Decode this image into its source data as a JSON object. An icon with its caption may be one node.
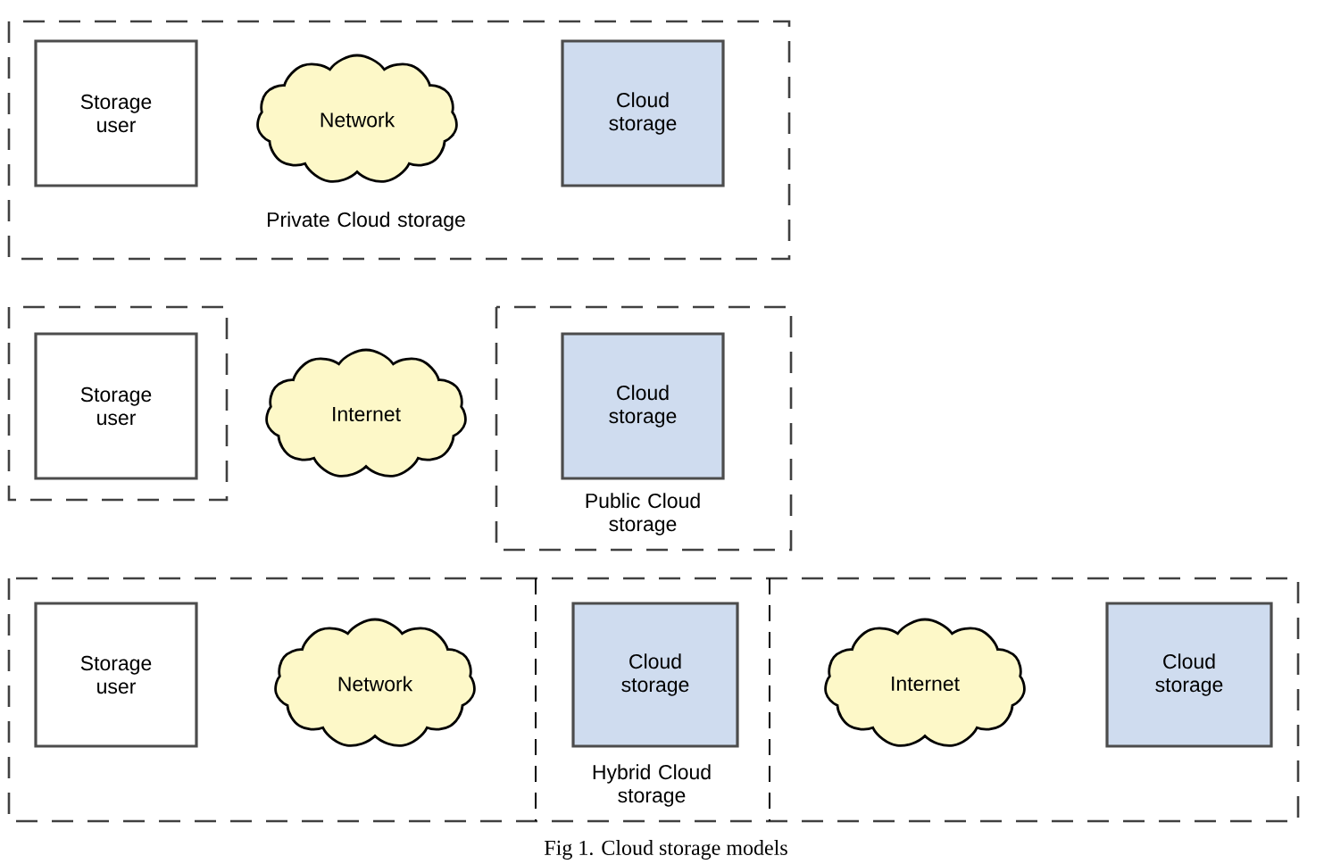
{
  "diagram": {
    "caption": "Fig 1. Cloud storage models",
    "nodes": [
      {
        "text": [
          "Private Cloud storage"
        ]
      },
      {
        "text": [
          "Storage user"
        ],
        "in": 0
      },
      {
        "text": [
          "Network"
        ],
        "in": 0
      },
      {
        "text": [
          "Cloud storage"
        ],
        "in": 0
      },
      {
        "text": [],
        "shape": "box"
      },
      {
        "text": [
          "Storage user"
        ],
        "in": 4
      },
      {
        "text": [
          "Internet"
        ]
      },
      {
        "text": [
          "Public Cloud storage"
        ]
      },
      {
        "text": [
          "Cloud storage"
        ],
        "in": 7
      },
      {
        "text": [],
        "shape": "box"
      },
      {
        "text": [
          "Storage user"
        ],
        "in": 9
      },
      {
        "text": [
          "Network"
        ],
        "in": 9
      },
      {
        "text": [
          "Hybrid Cloud storage"
        ],
        "in": 9
      },
      {
        "text": [
          "Cloud storage"
        ],
        "in": 12
      },
      {
        "text": [
          "Internet"
        ],
        "in": 9
      },
      {
        "text": [
          "Cloud storage"
        ],
        "in": 9
      }
    ]
  }
}
